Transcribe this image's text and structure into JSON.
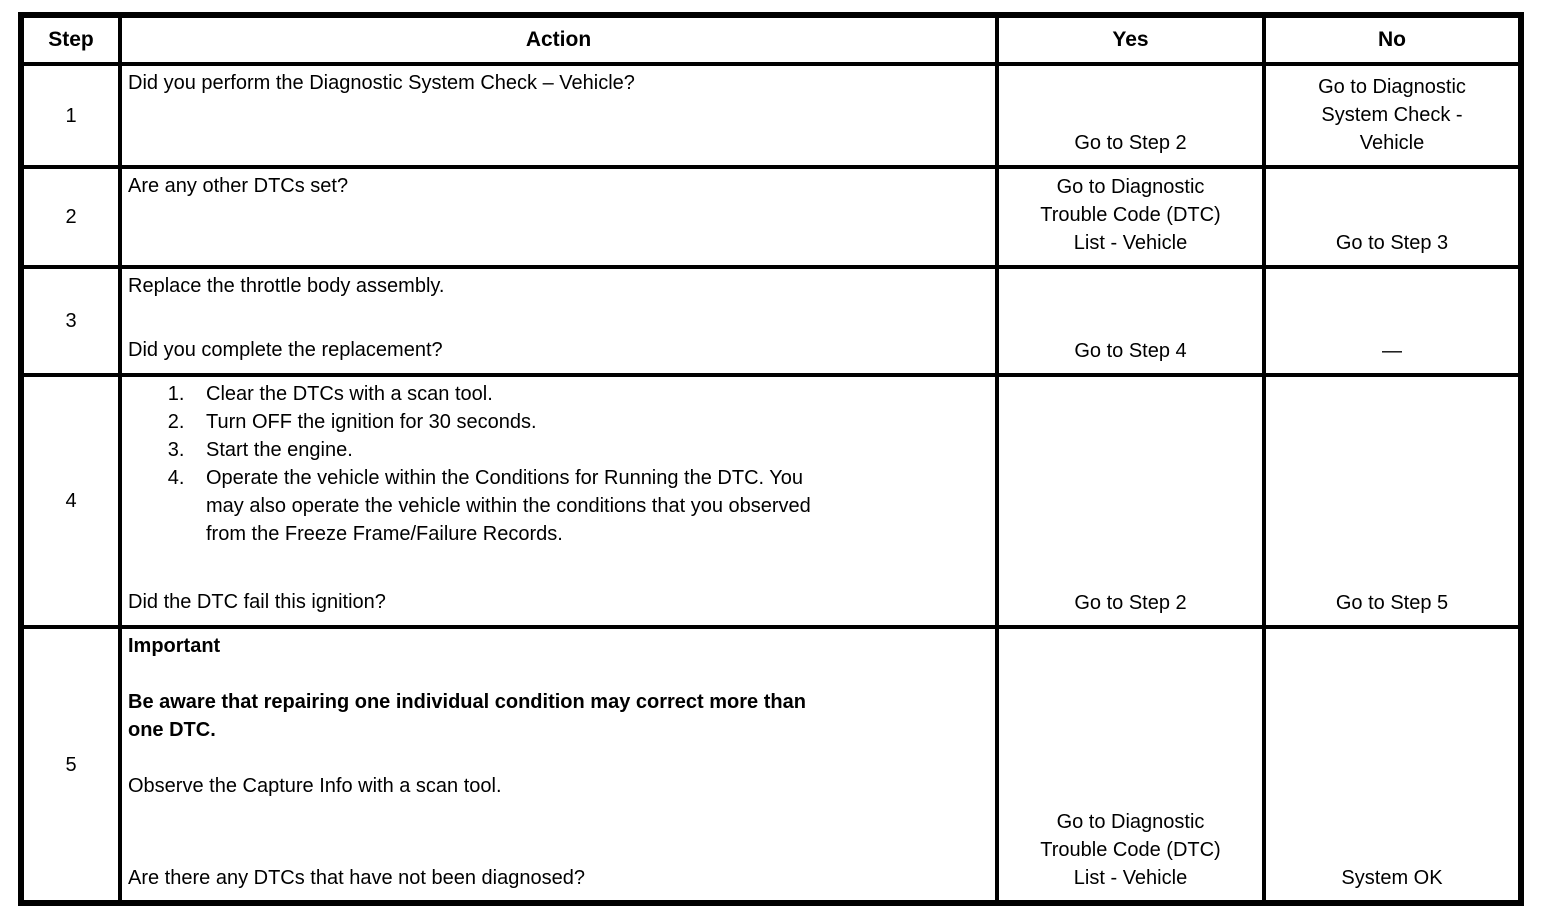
{
  "colors": {
    "background": "#ffffff",
    "text": "#000000",
    "border": "#000000"
  },
  "table": {
    "headers": [
      "Step",
      "Action",
      "Yes",
      "No"
    ],
    "rows": [
      {
        "step": "1",
        "action": [
          {
            "text": "Did you perform the Diagnostic System Check – Vehicle?"
          }
        ],
        "yes": "Go to Step 2",
        "no": "Go to Diagnostic\nSystem Check -\nVehicle"
      },
      {
        "step": "2",
        "action": [
          {
            "text": "Are any other DTCs set?"
          }
        ],
        "yes": "Go to Diagnostic\nTrouble Code (DTC)\nList - Vehicle",
        "no": "Go to Step 3"
      },
      {
        "step": "3",
        "action": [
          {
            "text": "Replace the throttle body assembly."
          },
          {
            "text": ""
          },
          {
            "text": "Did you complete the replacement?"
          }
        ],
        "yes": "Go to Step 4",
        "no": "—"
      },
      {
        "step": "4",
        "action": [
          {
            "list": [
              "Clear the DTCs with a scan tool.",
              "Turn OFF the ignition for 30 seconds.",
              "Start the engine.",
              "Operate the vehicle within the Conditions for Running the DTC. You\nmay also operate the vehicle within the conditions that you observed\nfrom the Freeze Frame/Failure Records."
            ]
          },
          {
            "text": ""
          },
          {
            "text": "Did the DTC fail this ignition?"
          }
        ],
        "yes": "Go to Step 2",
        "no": "Go to Step 5"
      },
      {
        "step": "5",
        "action": [
          {
            "text": "Important",
            "bold": true
          },
          {
            "text": ""
          },
          {
            "text": "Be aware that repairing one individual condition may correct more than\none DTC.",
            "bold": true
          },
          {
            "text": ""
          },
          {
            "text": "Observe the Capture Info with a scan tool."
          },
          {
            "text": ""
          },
          {
            "text": "Are there any DTCs that have not been diagnosed?"
          }
        ],
        "yes": "Go to Diagnostic\nTrouble Code (DTC)\nList - Vehicle",
        "no": "System OK"
      }
    ]
  }
}
